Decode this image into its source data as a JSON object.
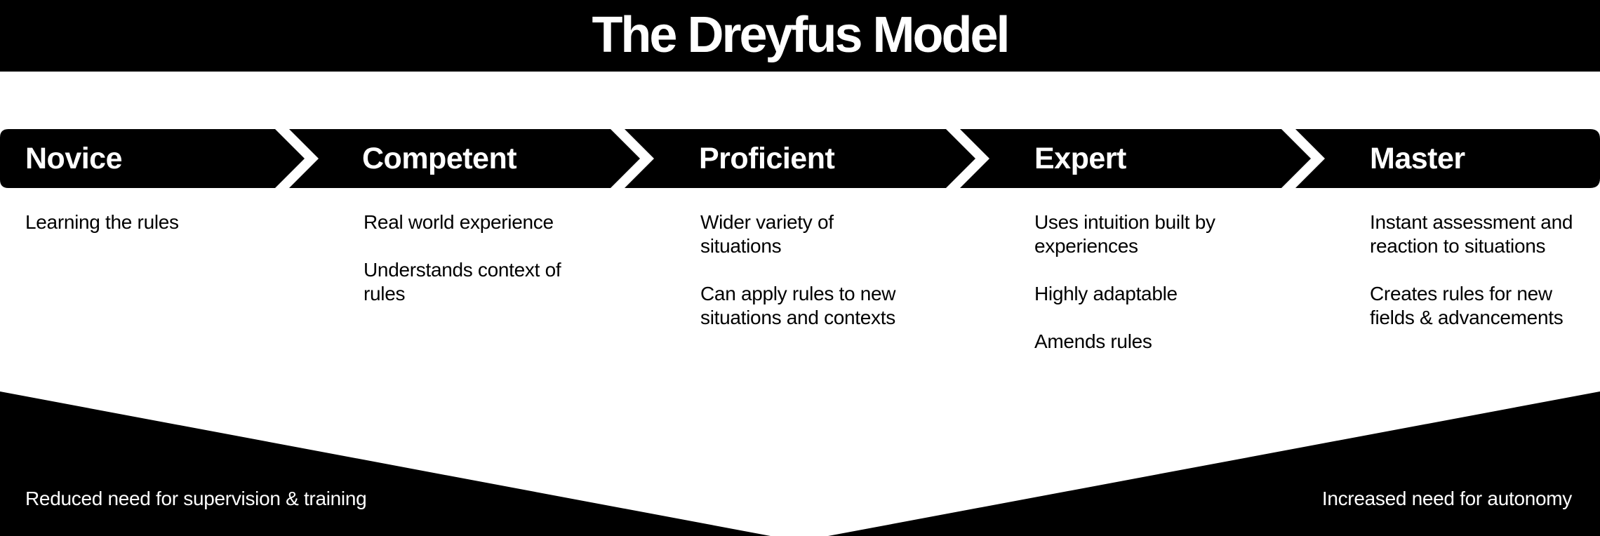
{
  "title": "The Dreyfus Model",
  "stages": [
    {
      "label": "Novice",
      "descriptions": [
        "Learning the rules"
      ]
    },
    {
      "label": "Competent",
      "descriptions": [
        "Real world experience",
        "Understands context of rules"
      ]
    },
    {
      "label": "Proficient",
      "descriptions": [
        "Wider variety of situations",
        "Can apply rules to new situations and contexts"
      ]
    },
    {
      "label": "Expert",
      "descriptions": [
        "Uses intuition built by experiences",
        "Highly adaptable",
        "Amends rules"
      ]
    },
    {
      "label": "Master",
      "descriptions": [
        "Instant assessment and reaction to situations",
        "Creates rules for new fields & advancements"
      ]
    }
  ],
  "bottom": {
    "left_text": "Reduced need for supervision & training",
    "right_text": "Increased need for autonomy"
  },
  "colors": {
    "primary": "#000000",
    "background": "#ffffff",
    "inverse_text": "#ffffff"
  }
}
